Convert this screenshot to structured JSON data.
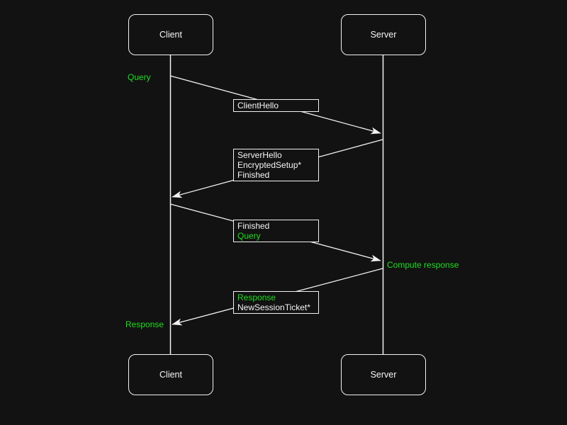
{
  "colors": {
    "bg": "#121212",
    "line": "#f2f2f2",
    "text": "#f5f5f5",
    "green": "#1fdf1f"
  },
  "actors": {
    "client": "Client",
    "server": "Server"
  },
  "messages": [
    {
      "name": "client-hello",
      "from": "client",
      "to": "server",
      "lines": [
        {
          "text": "ClientHello",
          "color": "white"
        }
      ]
    },
    {
      "name": "server-hello",
      "from": "server",
      "to": "client",
      "lines": [
        {
          "text": "ServerHello",
          "color": "white"
        },
        {
          "text": "EncryptedSetup*",
          "color": "white"
        },
        {
          "text": "Finished",
          "color": "white"
        }
      ]
    },
    {
      "name": "finished-query",
      "from": "client",
      "to": "server",
      "lines": [
        {
          "text": "Finished",
          "color": "white"
        },
        {
          "text": "Query",
          "color": "green"
        }
      ]
    },
    {
      "name": "response-ticket",
      "from": "server",
      "to": "client",
      "lines": [
        {
          "text": "Response",
          "color": "green"
        },
        {
          "text": "NewSessionTicket*",
          "color": "white"
        }
      ]
    }
  ],
  "annotations": [
    {
      "text": "Query",
      "color": "green"
    },
    {
      "text": "Compute response",
      "color": "green"
    },
    {
      "text": "Response",
      "color": "green"
    }
  ]
}
